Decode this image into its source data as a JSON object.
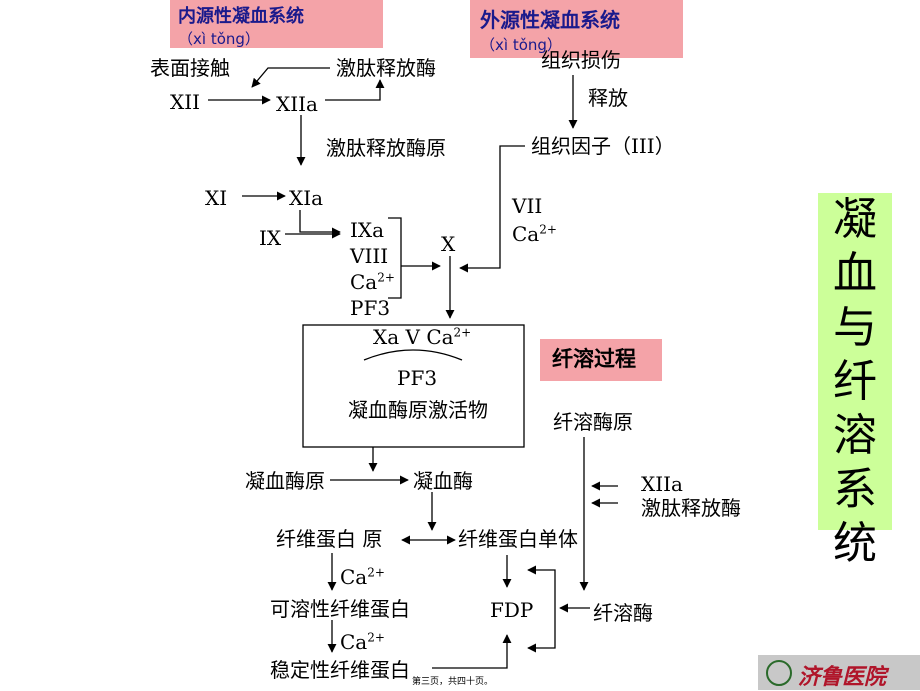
{
  "intrinsic": {
    "title": "内源性凝血系统",
    "pinyin": "（xì tǒng）"
  },
  "extrinsic": {
    "title": "外源性凝血系统",
    "pinyin": "（xì tǒng）"
  },
  "fibrinolysis_title": "纤溶过程",
  "side_title": [
    "凝",
    "血",
    "与",
    "纤",
    "溶",
    "系",
    "统"
  ],
  "labels": {
    "surface_contact": "表面接触",
    "kallikrein": "激肽释放酶",
    "xii": "XII",
    "xiia": "XIIa",
    "prekallikrein": "激肽释放酶原",
    "xi": "XI",
    "xia": "XIa",
    "ix": "IX",
    "ixa": "IXa",
    "viii": "VIII",
    "ca": "Ca",
    "ca_sup": "2+",
    "pf3": "PF3",
    "x": "X",
    "tissue_injury": "组织损伤",
    "release": "释放",
    "tissue_factor": "组织因子（III）",
    "vii": "VII",
    "prothrombinase_line": "Xa V Ca",
    "prothrombinase_pf3": "PF3",
    "prothrombin_activator": "凝血酶原激活物",
    "prothrombin": "凝血酶原",
    "thrombin": "凝血酶",
    "fibrinogen": "纤维蛋白 原",
    "fibrin_monomer": "纤维蛋白单体",
    "soluble_fibrin": "可溶性纤维蛋白",
    "stable_fibrin": "稳定性纤维蛋白",
    "fdp": "FDP",
    "plasminogen": "纤溶酶原",
    "plasmin": "纤溶酶",
    "xiia_right": "XIIa",
    "kallikrein_right": "激肽释放酶"
  },
  "footer": "第三页，共四十页。",
  "logo_text": "济鲁医院",
  "colors": {
    "pink": "#f4a3a8",
    "side_green": "#ccff99",
    "title_blue": "#1a1a8c"
  }
}
